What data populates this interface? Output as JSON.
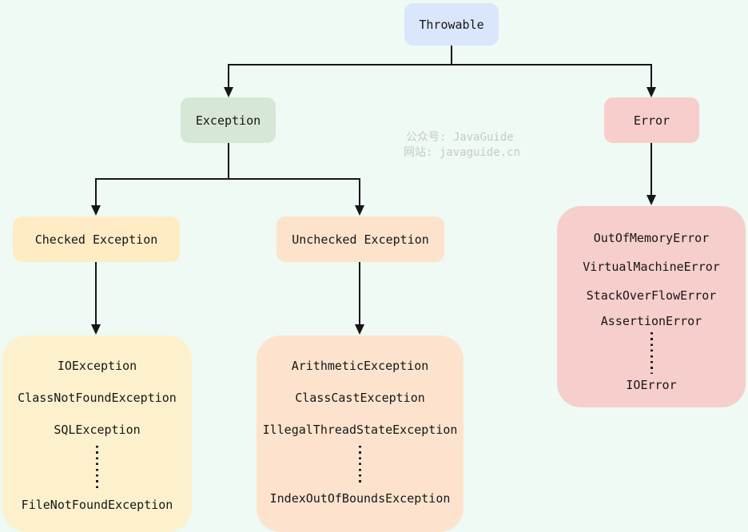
{
  "nodes": {
    "throwable": {
      "label": "Throwable"
    },
    "exception": {
      "label": "Exception"
    },
    "error": {
      "label": "Error"
    },
    "checked": {
      "label": "Checked Exception"
    },
    "unchecked": {
      "label": "Unchecked Exception"
    }
  },
  "lists": {
    "checked": {
      "top": [
        "IOException",
        "ClassNotFoundException",
        "SQLException"
      ],
      "ellipsis": "vertical-dots",
      "bottom": [
        "FileNotFoundException"
      ]
    },
    "unchecked": {
      "top": [
        "ArithmeticException",
        "ClassCastException",
        "IllegalThreadStateException"
      ],
      "ellipsis": "vertical-dots",
      "bottom": [
        "IndexOutOfBoundsException"
      ]
    },
    "error": {
      "top": [
        "OutOfMemoryError",
        "VirtualMachineError",
        "StackOverFlowError",
        "AssertionError"
      ],
      "ellipsis": "vertical-dots",
      "bottom": [
        "IOError"
      ]
    }
  },
  "watermark": {
    "line1": "公众号: JavaGuide",
    "line2": "网站: javaguide.cn"
  },
  "colors": {
    "background": "#eefaf3",
    "throwable_box": "#dae6fb",
    "exception_box": "#d6e7d5",
    "error_box": "#f7cecb",
    "checked_box": "#ffecc5",
    "unchecked_box": "#fde2cc",
    "checked_list_box": "#fdf1cd",
    "unchecked_list_box": "#fde3ce",
    "error_list_box": "#f6cecb",
    "connector_line": "#161616",
    "watermark_text": "#c3cbc4"
  }
}
